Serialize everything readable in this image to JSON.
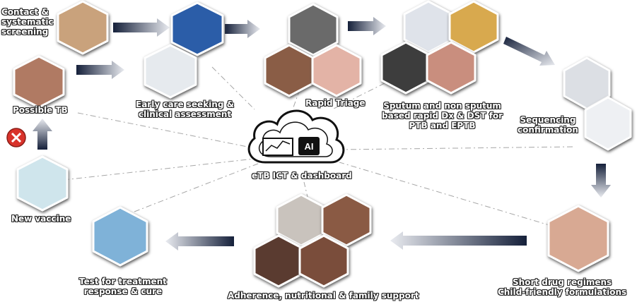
{
  "center": {
    "label": "eTB ICT & dashboard",
    "chip_text": "AI"
  },
  "nodes": {
    "contact": {
      "lines": [
        "Contact &",
        "systematic",
        "screening"
      ]
    },
    "possible_tb": {
      "lines": [
        "Possible TB"
      ]
    },
    "new_vaccine": {
      "lines": [
        "New vaccine"
      ]
    },
    "early_care": {
      "lines": [
        "Early care seeking &",
        "clinical assessment"
      ]
    },
    "rapid_triage": {
      "lines": [
        "Rapid Triage"
      ]
    },
    "sputum": {
      "lines": [
        "Sputum and non sputum",
        "based rapid Dx & DST for",
        "PTB and EPTB"
      ]
    },
    "sequencing": {
      "lines": [
        "Sequencing",
        "confirmation"
      ]
    },
    "short_drug": {
      "lines": [
        "Short drug regimens",
        "Child-friendly formulations"
      ]
    },
    "adherence": {
      "lines": [
        "Adherence, nutritional & family support"
      ]
    },
    "test_treatment": {
      "lines": [
        "Test for treatment",
        "response & cure"
      ]
    }
  },
  "icons": {
    "contact": "screening-worker-photo",
    "possible_tb": "child-photo",
    "new_vaccine": "vaccine-syringe-photo",
    "early_care_top": "smartphone-apps-photo",
    "early_care_bottom": "stethoscope-photo",
    "triage_top": "chest-xray-photo",
    "triage_left": "patient-photo",
    "triage_right": "finger-prick-photo",
    "sputum_top_left": "genexpert-machine-photo",
    "sputum_top_right": "sputum-cup-photo",
    "sputum_bottom_left": "brain-scan-photo",
    "sputum_bottom_right": "mouth-swab-photo",
    "sequencing_top": "sequencer-photo",
    "sequencing_bottom": "lab-instrument-photo",
    "short_drug": "child-medicine-spoon-photo",
    "adherence_top_left": "phone-app-photo",
    "adherence_top_right": "child-nutrition-photo",
    "adherence_bottom_left": "mother-child-photo",
    "adherence_bottom_right": "infant-care-photo",
    "test_treatment": "lab-test-tubes-photo",
    "blocked": "no-entry-icon",
    "cloud": "cloud-icon"
  },
  "colors": {
    "arrow_dark": "#15203a",
    "arrow_light": "#e9ebf0",
    "hex_border": "#ffffff",
    "dash": "#a6a6a6",
    "block": "#d9332b"
  }
}
